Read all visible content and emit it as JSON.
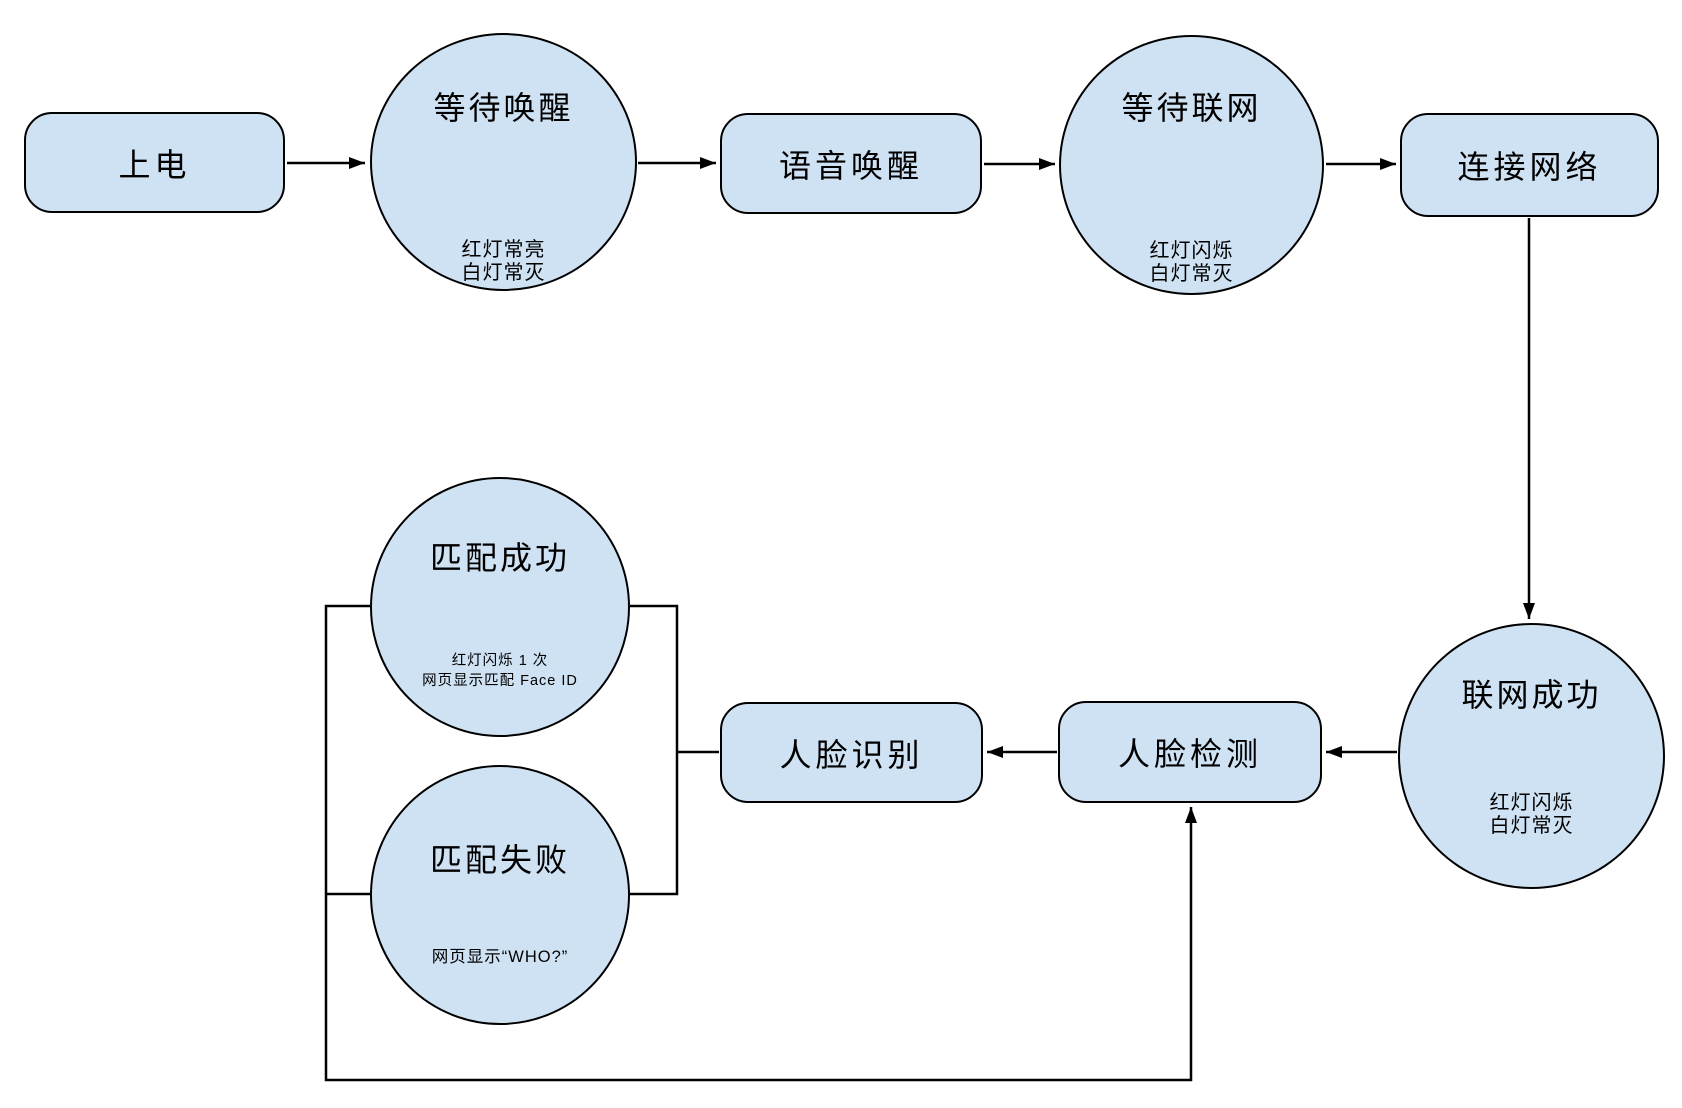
{
  "colors": {
    "node_fill": "#cfe2f3",
    "node_border": "#000000",
    "line": "#000000",
    "background": "#ffffff"
  },
  "nodes": {
    "power_on": {
      "label": "上电"
    },
    "wait_wake": {
      "label": "等待唤醒",
      "note_lines": [
        "红灯常亮",
        "白灯常灭"
      ]
    },
    "voice_wake": {
      "label": "语音唤醒"
    },
    "wait_network": {
      "label": "等待联网",
      "note_lines": [
        "红灯闪烁",
        "白灯常灭"
      ]
    },
    "connect_network": {
      "label": "连接网络"
    },
    "network_success": {
      "label": "联网成功",
      "note_lines": [
        "红灯闪烁",
        "白灯常灭"
      ]
    },
    "face_detect": {
      "label": "人脸检测"
    },
    "face_recognize": {
      "label": "人脸识别"
    },
    "match_success": {
      "label": "匹配成功",
      "note_lines": [
        "红灯闪烁 1 次",
        "网页显示匹配 Face ID"
      ]
    },
    "match_fail": {
      "label": "匹配失败",
      "note_lines": [
        "网页显示“WHO?”"
      ]
    }
  }
}
